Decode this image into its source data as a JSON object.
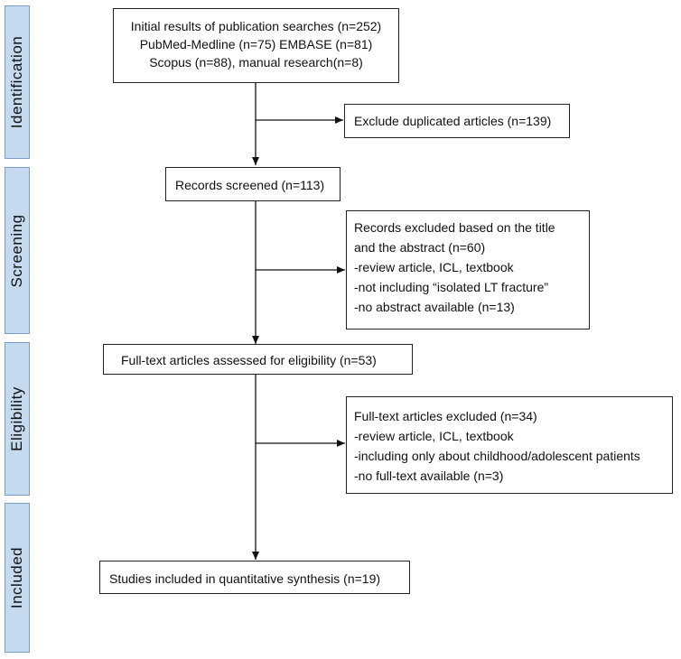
{
  "phases": {
    "identification": "Identification",
    "screening": "Screening",
    "eligibility": "Eligibility",
    "included": "Included"
  },
  "boxes": {
    "initial": {
      "lines": [
        "Initial results of publication searches (n=252)",
        "PubMed-Medline (n=75) EMBASE (n=81)",
        "Scopus (n=88), manual research(n=8)"
      ]
    },
    "duplicates": {
      "lines": [
        "Exclude duplicated articles (n=139)"
      ]
    },
    "screened": {
      "lines": [
        "Records screened  (n=113)"
      ]
    },
    "excluded_title": {
      "lines": [
        "Records excluded based on the title",
        "and the abstract (n=60)",
        "-review article, ICL, textbook",
        "-not including “isolated LT fracture”",
        "-no abstract available (n=13)"
      ]
    },
    "fulltext": {
      "lines": [
        "Full-text articles assessed for eligibility (n=53)"
      ]
    },
    "excluded_fulltext": {
      "lines": [
        "Full-text articles excluded (n=34)",
        "-review article, ICL, textbook",
        "-including only about childhood/adolescent patients",
        "-no full-text available (n=3)"
      ]
    },
    "included": {
      "lines": [
        "Studies included in quantitative synthesis (n=19)"
      ]
    }
  }
}
